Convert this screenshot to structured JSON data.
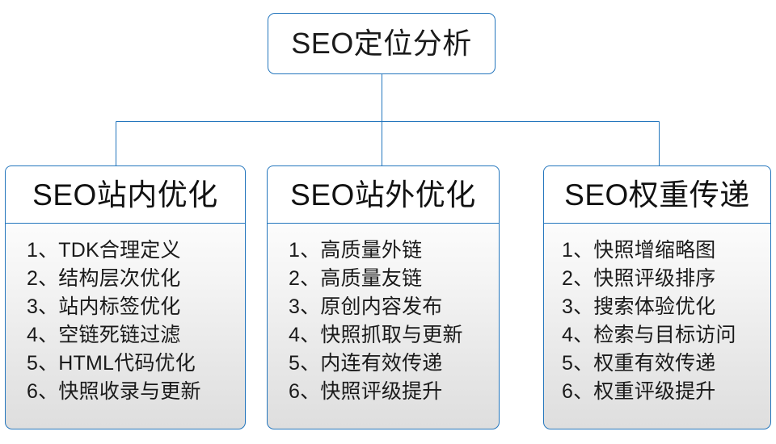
{
  "diagram": {
    "type": "org-chart",
    "accent_color": "#2476bd",
    "text_color": "#1a1a1a",
    "body_background": "light-gray-gradient",
    "root": {
      "label": "SEO定位分析"
    },
    "branches": [
      {
        "header": "SEO站内优化",
        "items": [
          "1、TDK合理定义",
          "2、结构层次优化",
          "3、站内标签优化",
          "4、空链死链过滤",
          "5、HTML代码优化",
          "6、快照收录与更新"
        ]
      },
      {
        "header": "SEO站外优化",
        "items": [
          "1、高质量外链",
          "2、高质量友链",
          "3、原创内容发布",
          "4、快照抓取与更新",
          "5、内连有效传递",
          "6、快照评级提升"
        ]
      },
      {
        "header": "SEO权重传递",
        "items": [
          "1、快照增缩略图",
          "2、快照评级排序",
          "3、搜索体验优化",
          "4、检索与目标访问",
          "5、权重有效传递",
          "6、权重评级提升"
        ]
      }
    ]
  }
}
